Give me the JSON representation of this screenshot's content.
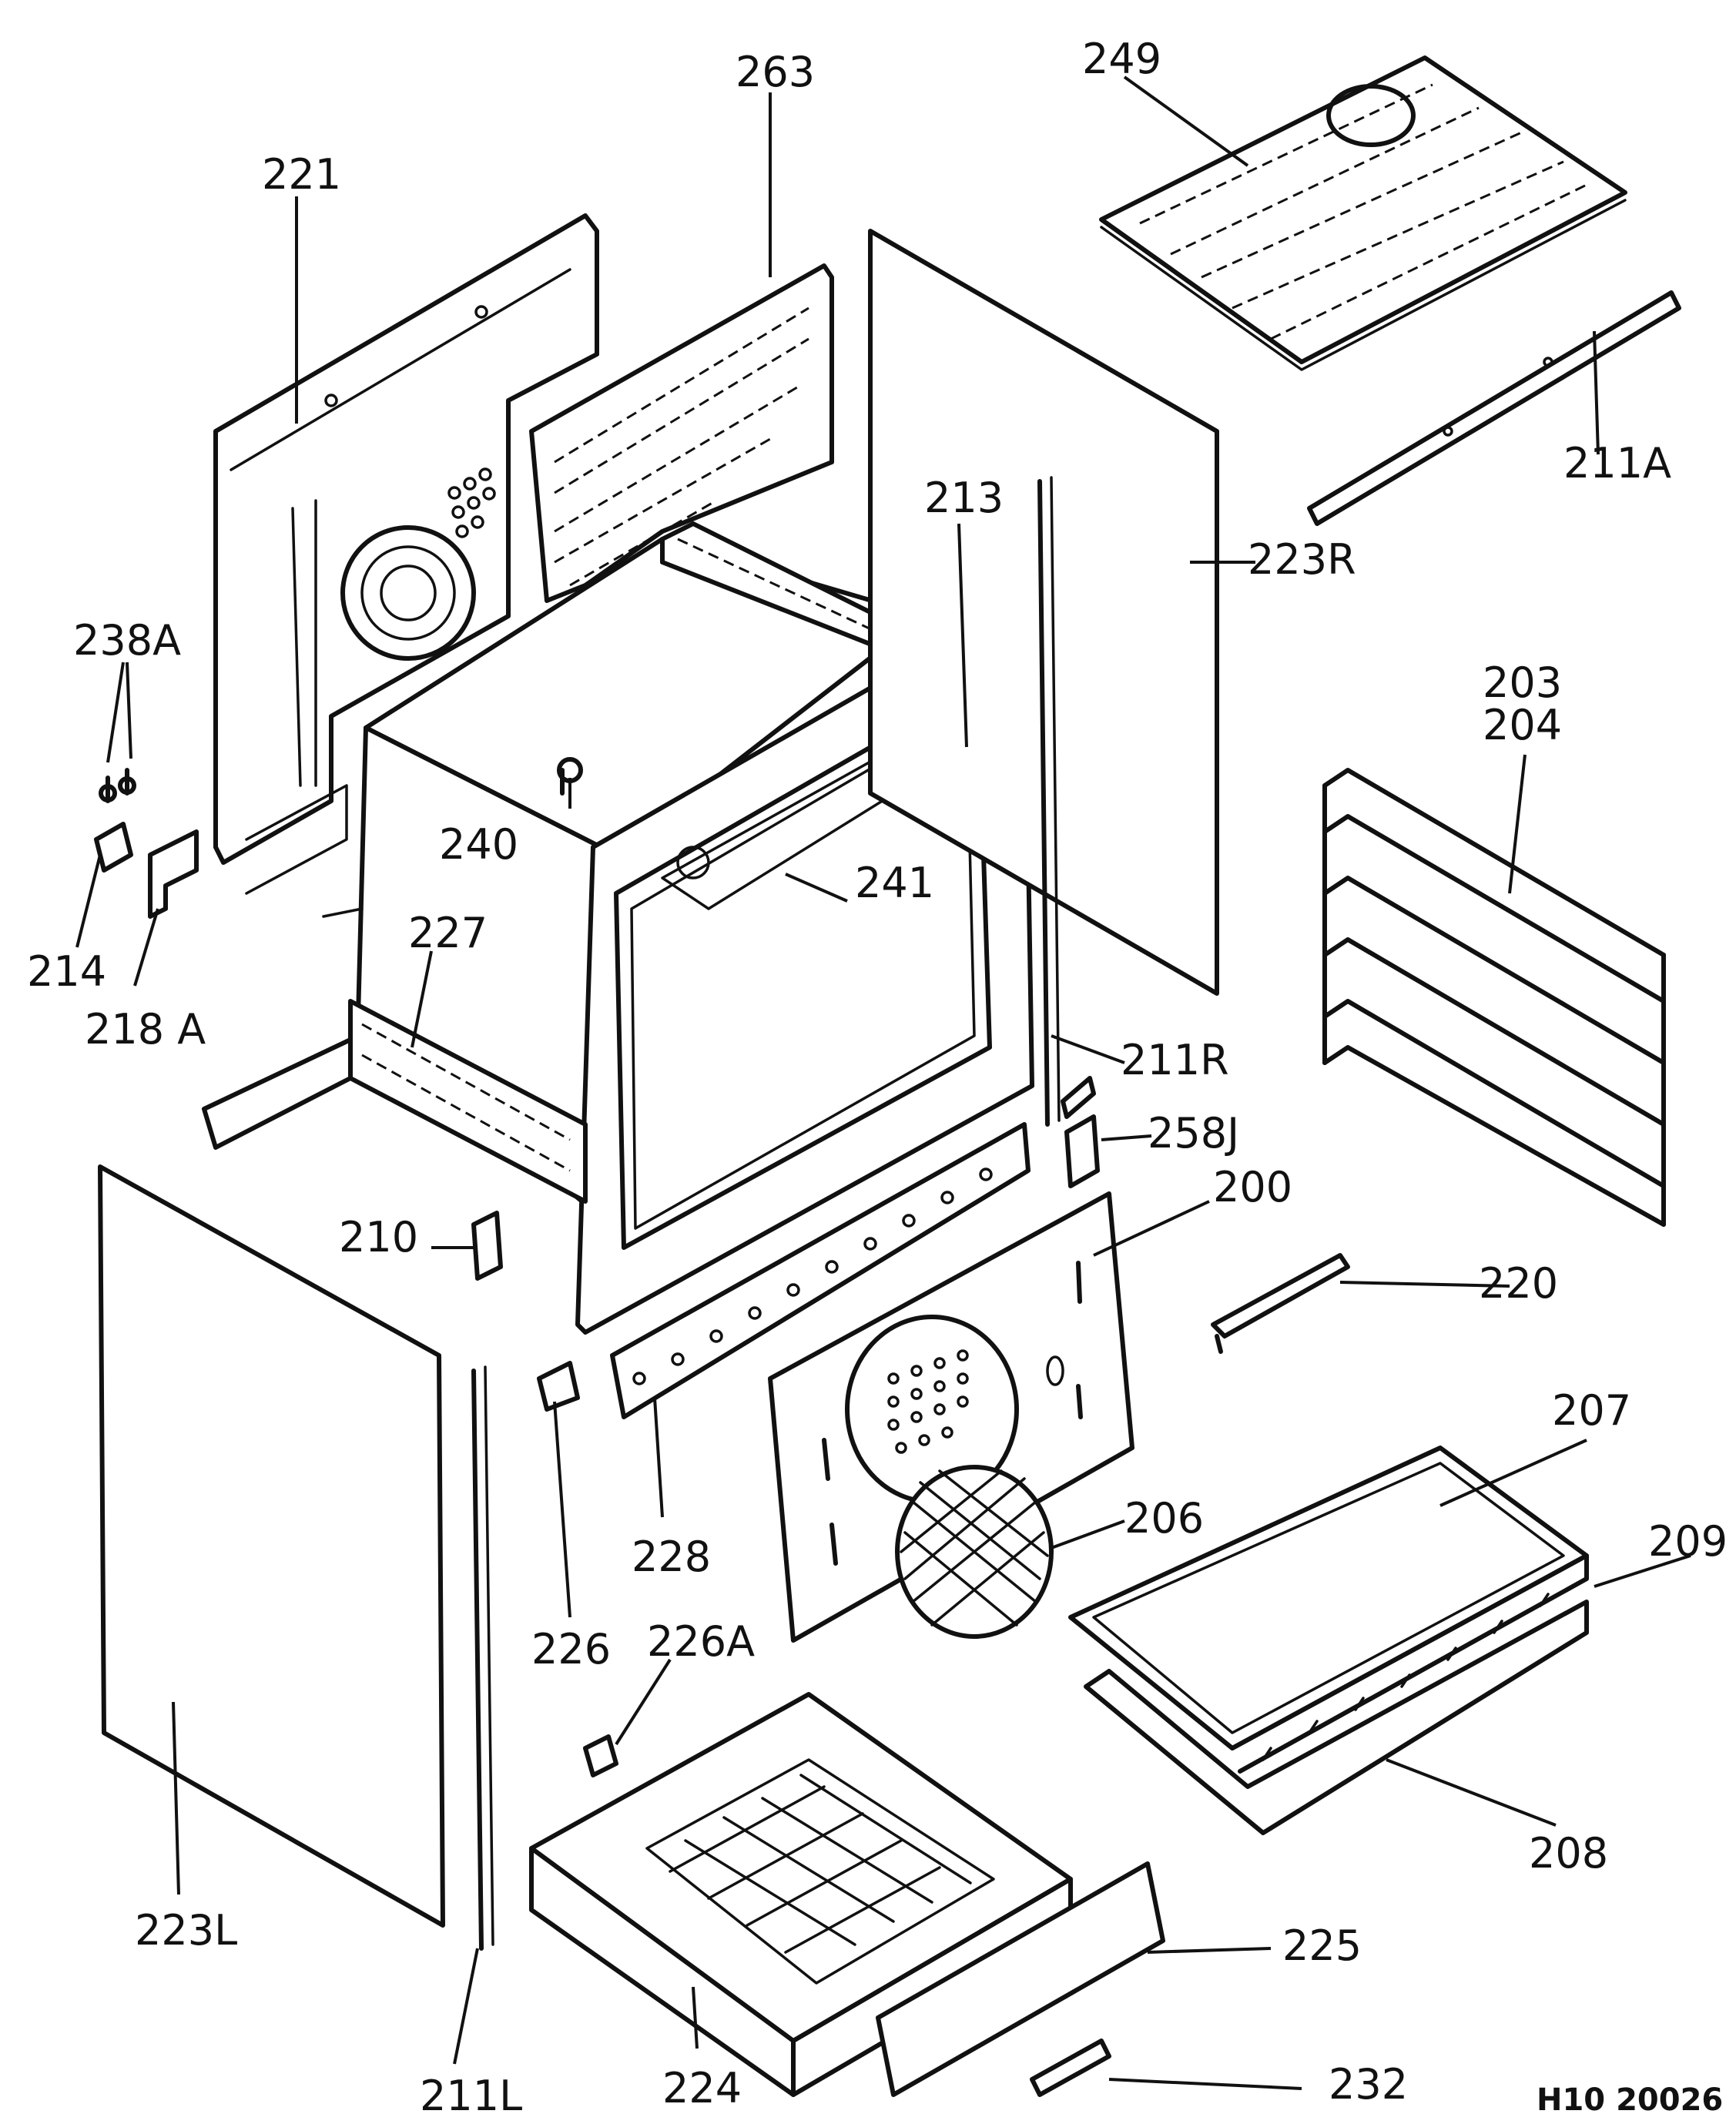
{
  "diagram": {
    "drawing_code": "H10 20026",
    "labels": {
      "p263": "263",
      "p249": "249",
      "p221": "221",
      "p211A": "211A",
      "p213": "213",
      "p223R": "223R",
      "p238A": "238A",
      "p203": "203",
      "p204": "204",
      "p240": "240",
      "p241": "241",
      "p214": "214",
      "p218A": "218 A",
      "p227": "227",
      "p211R": "211R",
      "p258J": "258J",
      "p200": "200",
      "p210": "210",
      "p220": "220",
      "p207": "207",
      "p228": "228",
      "p206": "206",
      "p209": "209",
      "p226": "226",
      "p226A": "226A",
      "p208": "208",
      "p223L": "223L",
      "p225": "225",
      "p211L": "211L",
      "p224": "224",
      "p232": "232"
    }
  }
}
